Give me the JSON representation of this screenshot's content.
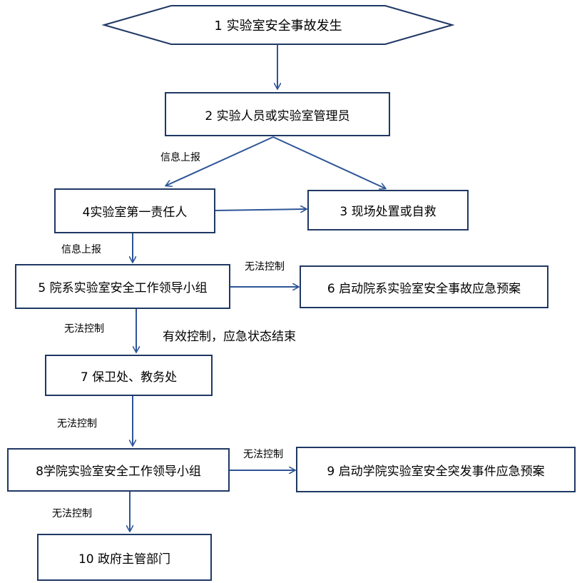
{
  "nodes": {
    "n1": "1 实验室安全事故发生",
    "n2": "2 实验人员或实验室管理员",
    "n3": "3 现场处置或自救",
    "n4": "4实验室第一责任人",
    "n5": "5 院系实验室安全工作领导小组",
    "n6": "6 启动院系实验室安全事故应急预案",
    "n7": "7 保卫处、教务处",
    "n8": "8学院实验室安全工作领导小组",
    "n9": "9 启动学院实验室安全突发事件应急预案",
    "n10": "10 政府主管部门"
  },
  "edge_labels": {
    "report_2_4": "信息上报",
    "report_4_5": "信息上报",
    "uncontrol_5_6": "无法控制",
    "uncontrol_5_7": "无法控制",
    "effective": "有效控制，应急状态结束",
    "uncontrol_7_8": "无法控制",
    "uncontrol_8_9": "无法控制",
    "uncontrol_8_10": "无法控制"
  },
  "colors": {
    "stroke": "#1f3864",
    "arrow": "#2e5597"
  }
}
